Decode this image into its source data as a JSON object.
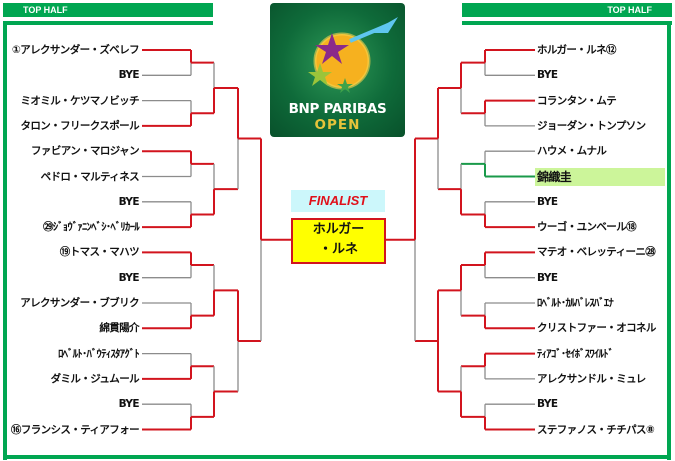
{
  "header": {
    "left_label": "TOP  HALF",
    "right_label": "TOP  HALF"
  },
  "logo": {
    "line1": "BNP PARIBAS",
    "line2": "OPEN"
  },
  "final": {
    "label": "FINALIST",
    "name_line1": "ホルガー",
    "name_line2": "・ルネ"
  },
  "left_players": [
    "①アレクサンダー・ズベレフ",
    "BYE",
    "ミオミル・ケツマノビッチ",
    "タロン・フリークスポール",
    "ファビアン・マロジャン",
    "ペドロ・マルティネス",
    "BYE",
    "㉙ｼﾞｮｳﾞｧﾆﾝﾍﾞｼ･ﾍﾞﾘｶｰﾙ",
    "⑲トマス・マハツ",
    "BYE",
    "アレクサンダー・ブブリク",
    "綿貫陽介",
    "ﾛﾍﾞﾙﾄ･ﾊﾞｳﾃｨｽﾀｱｸﾞﾄ",
    "ダミル・ジュムール",
    "BYE",
    "⑯フランシス・ティアフォー"
  ],
  "right_players": [
    "ホルガー・ルネ⑫",
    "BYE",
    "コランタン・ムテ",
    "ジョーダン・トンプソン",
    "ハウメ・ムナル",
    "錦織圭",
    "BYE",
    "ウーゴ・ユンベール⑱",
    "マテオ・ベレッティーニ㉘",
    "BYE",
    "ﾛﾍﾞﾙﾄ･ｶﾙﾊﾞﾚｽﾊﾞｴﾅ",
    "クリストファー・オコネル",
    "ﾃｨｱｺﾞ･ｾｲﾎﾞｽﾜｲﾙﾄﾞ",
    "アレクサンドル・ミュレ",
    "BYE",
    "ステファノス・チチパス⑧"
  ],
  "highlighted_player": "錦織圭",
  "colors": {
    "winner_line": "#d2141e",
    "loser_line": "#8c8c8c",
    "highlight_line": "#1a9a4a",
    "frame": "#00a651",
    "highlight_bg": "#ccf59a",
    "final_bg": "#ffff00"
  }
}
